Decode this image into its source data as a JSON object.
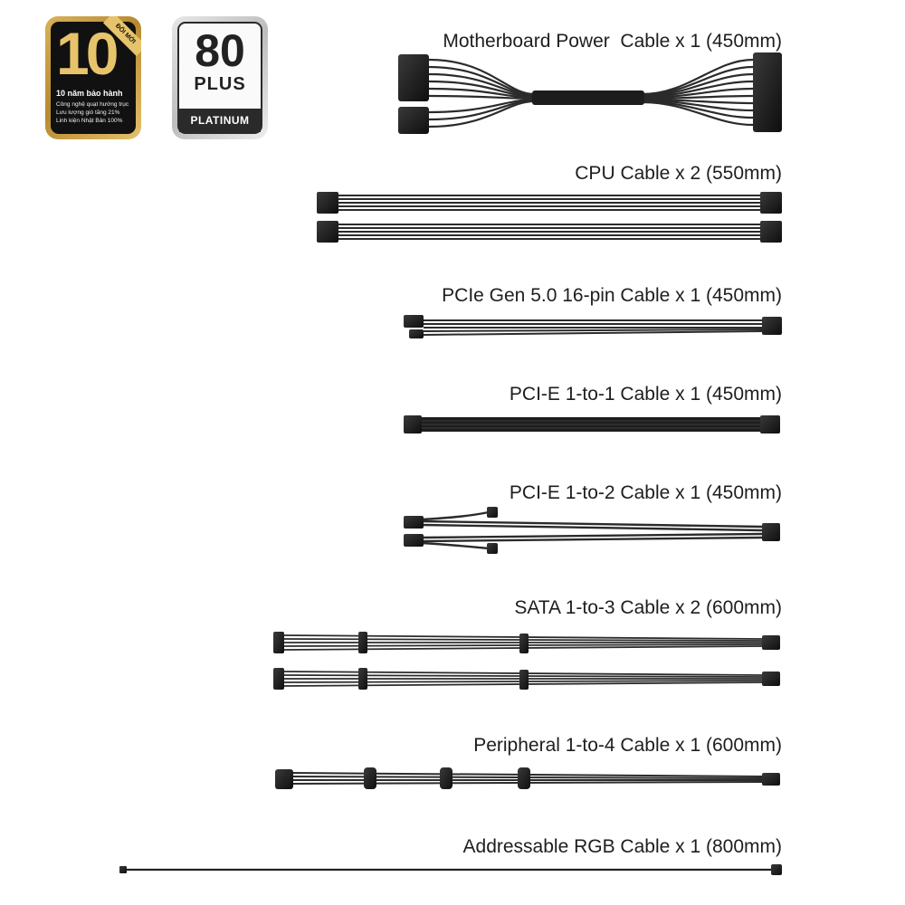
{
  "badges": {
    "warranty": {
      "number": "10",
      "corner": "ĐỔI MỚI",
      "subtitle": "10 năm bảo hành",
      "lines": [
        "Công nghệ quạt hướng trục",
        "Lưu lượng gió tăng 21%",
        "Linh kiện Nhật Bản 100%"
      ]
    },
    "efficiency": {
      "number": "80",
      "plus": "PLUS",
      "tier": "PLATINUM"
    }
  },
  "cables": [
    {
      "label": "Motherboard Power  Cable x 1 (450mm)"
    },
    {
      "label": "CPU Cable x 2 (550mm)"
    },
    {
      "label": "PCIe Gen 5.0 16-pin Cable x 1 (450mm)"
    },
    {
      "label": "PCI-E 1-to-1 Cable x 1 (450mm)"
    },
    {
      "label": "PCI-E 1-to-2 Cable x 1 (450mm)"
    },
    {
      "label": "SATA 1-to-3 Cable x 2 (600mm)"
    },
    {
      "label": "Peripheral 1-to-4 Cable x 1 (600mm)"
    },
    {
      "label": "Addressable RGB Cable x 1 (800mm)"
    }
  ],
  "colors": {
    "cable": "#2b2b2b",
    "connector": "#151515",
    "gold": "#e7c46b"
  }
}
